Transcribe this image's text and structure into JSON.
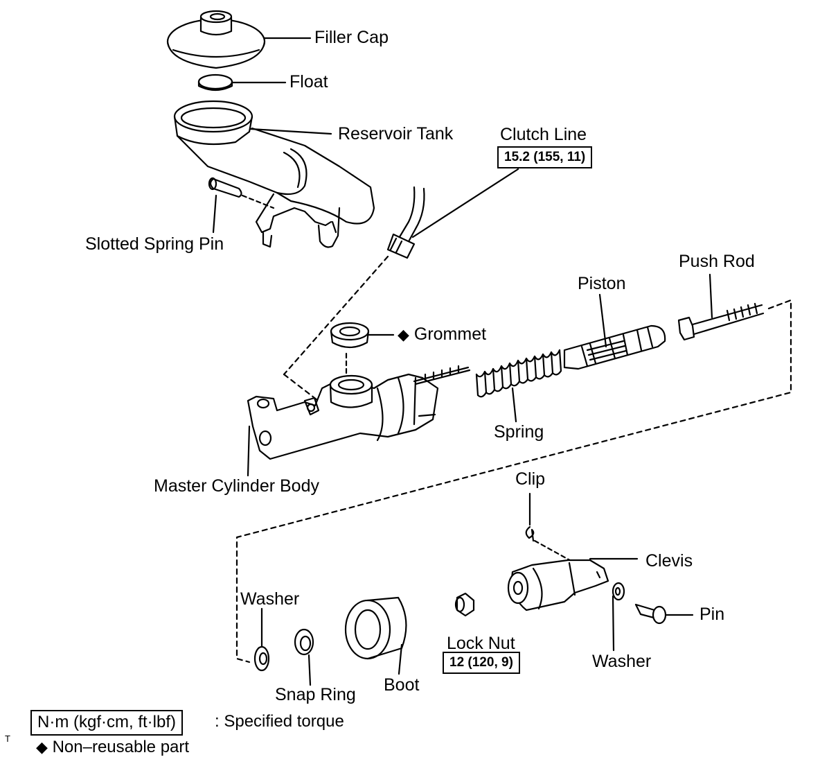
{
  "labels": {
    "filler_cap": "Filler Cap",
    "float": "Float",
    "reservoir_tank": "Reservoir Tank",
    "clutch_line": "Clutch Line",
    "slotted_spring_pin": "Slotted Spring Pin",
    "push_rod": "Push Rod",
    "piston": "Piston",
    "grommet": "Grommet",
    "spring": "Spring",
    "master_cylinder_body": "Master Cylinder Body",
    "clip": "Clip",
    "clevis": "Clevis",
    "washer_left": "Washer",
    "washer_right": "Washer",
    "pin": "Pin",
    "lock_nut": "Lock Nut",
    "boot": "Boot",
    "snap_ring": "Snap Ring"
  },
  "torques": {
    "clutch_line": "15.2 (155, 11)",
    "lock_nut": "12 (120, 9)"
  },
  "markers": {
    "non_reusable": "◆"
  },
  "legend": {
    "torque_units": "N·m (kgf·cm, ft·lbf)",
    "torque_desc": ": Specified torque",
    "nonreusable_desc": "Non–reusable part"
  },
  "corner_mark": "T"
}
